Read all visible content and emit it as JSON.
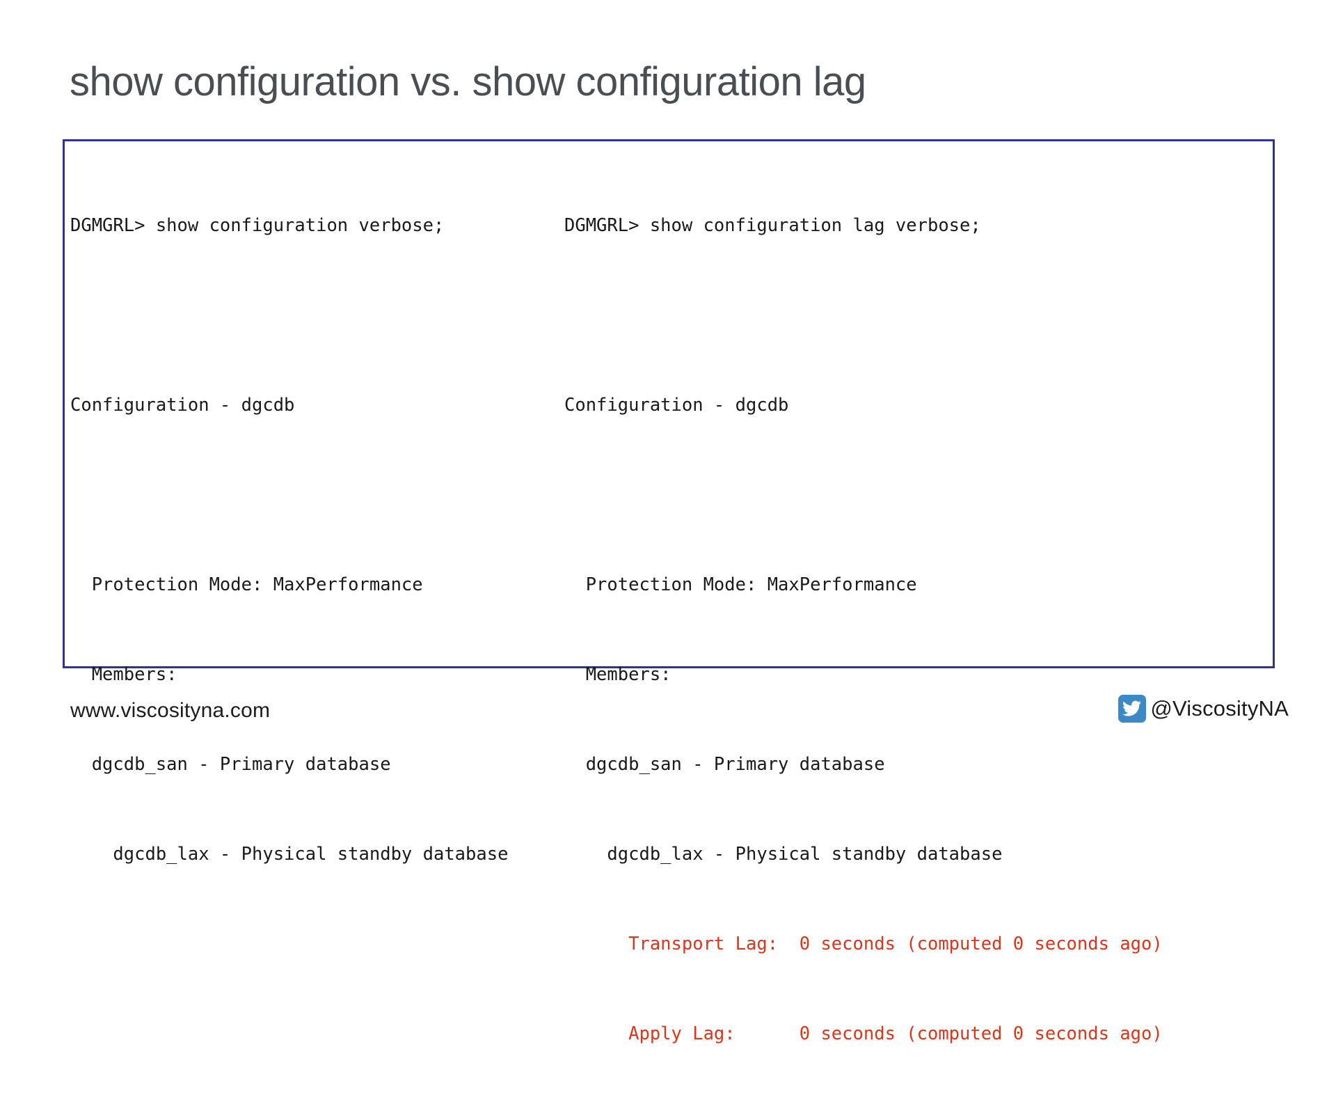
{
  "slide": {
    "title": "show configuration vs. show configuration lag",
    "title_color": "#4a4e53",
    "background_color": "#ffffff"
  },
  "code_box": {
    "border_color": "#30319a",
    "text_color": "#1a1a1a",
    "lag_text_color": "#de3419",
    "left_column": {
      "name": "show-configuration-output",
      "lines": [
        "DGMGRL> show configuration verbose;",
        "",
        "Configuration - dgcdb",
        "",
        "  Protection Mode: MaxPerformance",
        "  Members:",
        "  dgcdb_san - Primary database",
        "    dgcdb_lax - Physical standby database"
      ]
    },
    "right_column": {
      "name": "show-configuration-lag-output",
      "lines": [
        {
          "text": "DGMGRL> show configuration lag verbose;",
          "highlight": false
        },
        {
          "text": "",
          "highlight": false
        },
        {
          "text": "Configuration - dgcdb",
          "highlight": false
        },
        {
          "text": "",
          "highlight": false
        },
        {
          "text": "  Protection Mode: MaxPerformance",
          "highlight": false
        },
        {
          "text": "  Members:",
          "highlight": false
        },
        {
          "text": "  dgcdb_san - Primary database",
          "highlight": false
        },
        {
          "text": "    dgcdb_lax - Physical standby database",
          "highlight": false
        },
        {
          "text": "      Transport Lag:  0 seconds (computed 0 seconds ago)",
          "highlight": true
        },
        {
          "text": "      Apply Lag:      0 seconds (computed 0 seconds ago)",
          "highlight": true
        }
      ]
    }
  },
  "footer": {
    "website": "www.viscosityna.com",
    "twitter_handle": "@ViscosityNA",
    "twitter_icon": "twitter-bird-icon",
    "twitter_icon_color": "#3b8ac7"
  }
}
